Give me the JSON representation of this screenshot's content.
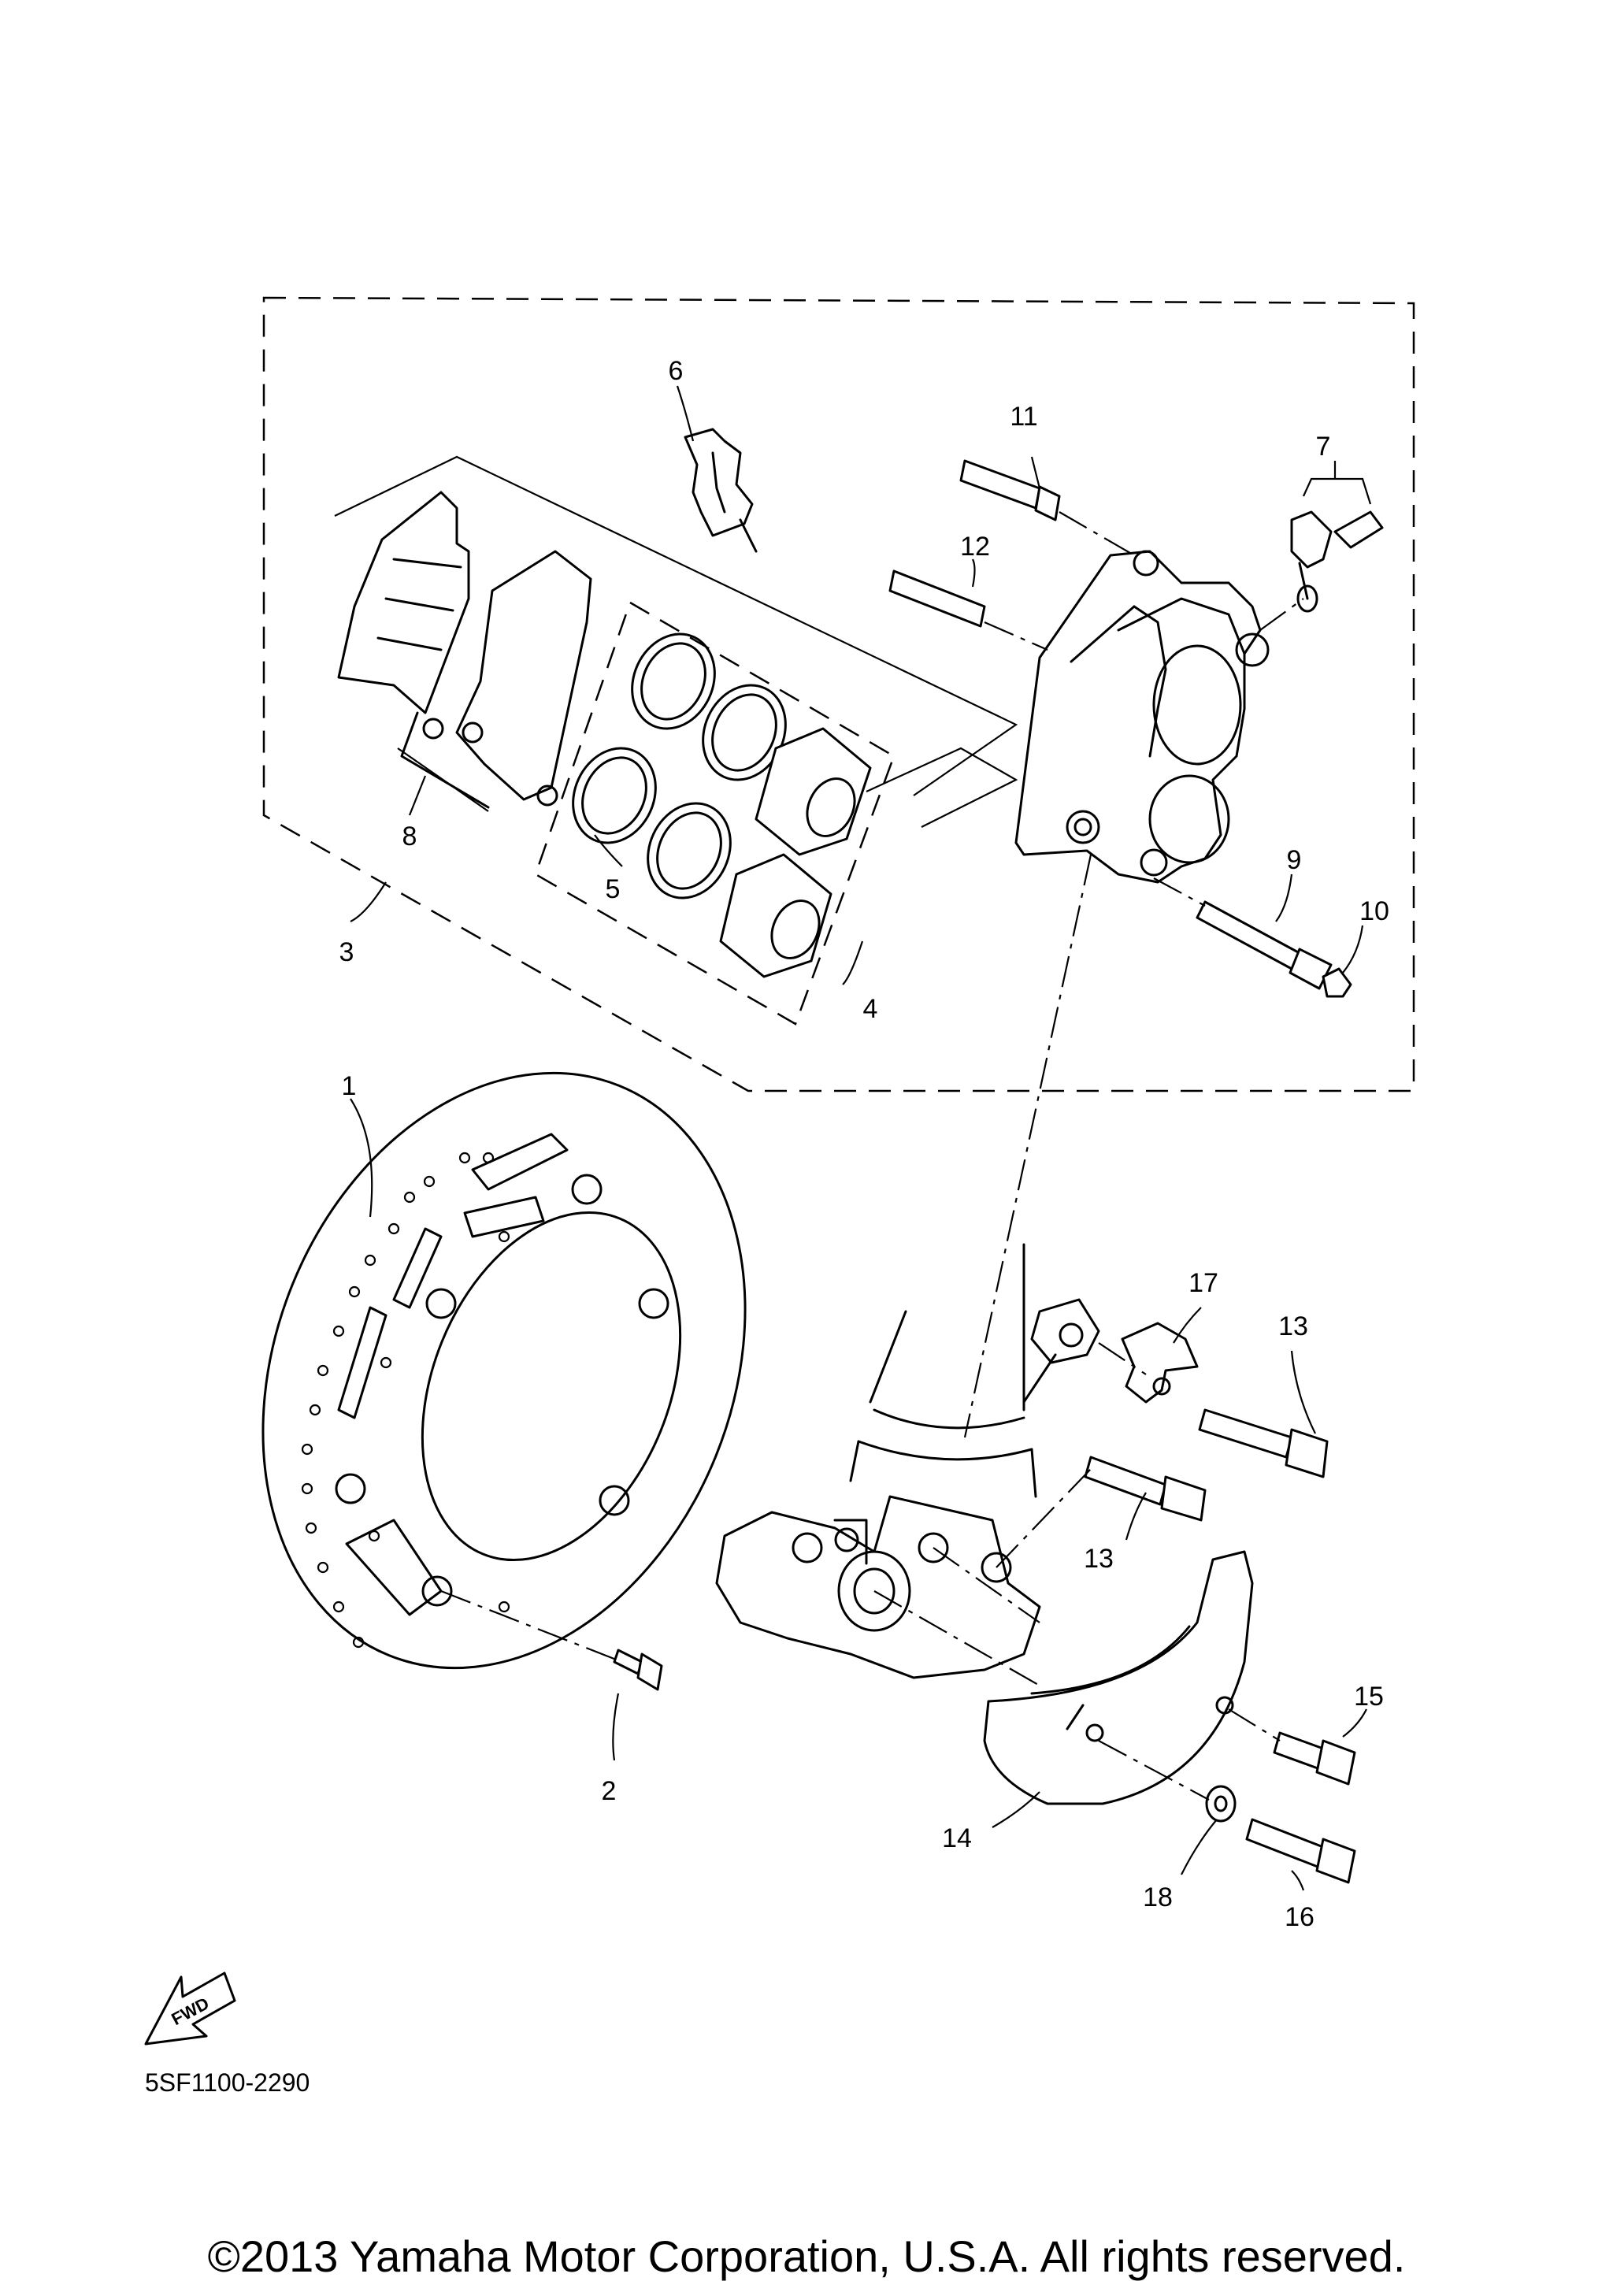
{
  "callouts": [
    "1",
    "2",
    "3",
    "4",
    "5",
    "6",
    "7",
    "8",
    "9",
    "10",
    "11",
    "12",
    "13",
    "13",
    "14",
    "15",
    "16",
    "17",
    "18"
  ],
  "fwd_label": "FWD",
  "diagram_code": "5SF1100-2290",
  "copyright": "©2013 Yamaha Motor Corporation, U.S.A. All rights reserved."
}
